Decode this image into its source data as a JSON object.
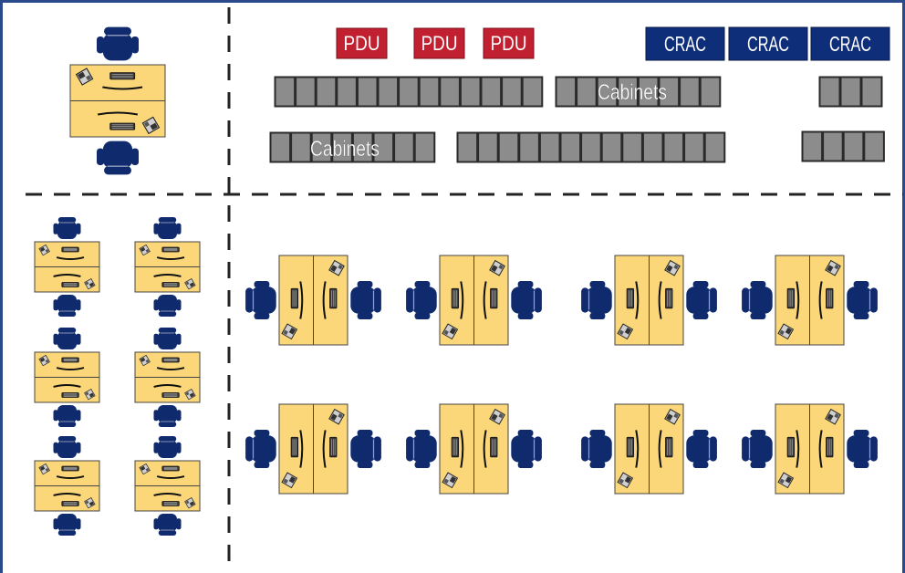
{
  "labels": {
    "pdu": "PDU",
    "crac": "CRAC",
    "cabinets": "Cabinets"
  },
  "colors": {
    "frame": "#2b4a8c",
    "divider": "#222222",
    "pdu": "#c0202f",
    "crac": "#0f2e7a",
    "cabinet_fill": "#8c8c8c",
    "cabinet_stroke": "#2a2a2a",
    "desk": "#fbd77a",
    "desk_stroke": "#444444",
    "chair": "#102a6e",
    "label_text": "#ffffff"
  },
  "icons": {
    "chair": "office-chair-icon",
    "monitor": "monitor-icon",
    "phone": "desk-phone-icon"
  }
}
